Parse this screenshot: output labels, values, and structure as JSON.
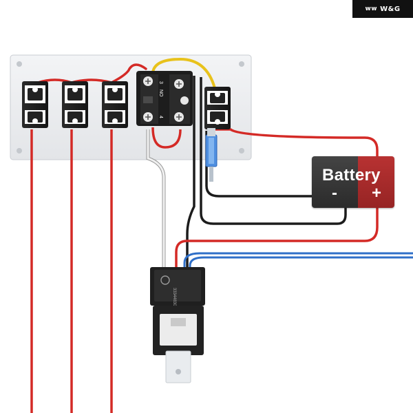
{
  "brand": {
    "mark": "🜲",
    "text": "W&G"
  },
  "battery": {
    "title": "Battery",
    "negative": "-",
    "positive": "+"
  },
  "relay": {
    "label_no": "NO",
    "label_3": "3",
    "label_4": "4"
  },
  "fuse": {
    "code": "3334483005"
  },
  "colors": {
    "wire_red": "#d42a26",
    "wire_black": "#1c1c1c",
    "wire_blue": "#2f6fc8",
    "wire_yellow": "#e8c21c",
    "wire_white": "#e6e6e6",
    "panel": "#eef0f2",
    "battery_negative_side": "#333333",
    "battery_positive_side": "#a92b2b"
  },
  "icons": [
    "brand-logo-icon",
    "terminal-screw-icon"
  ]
}
